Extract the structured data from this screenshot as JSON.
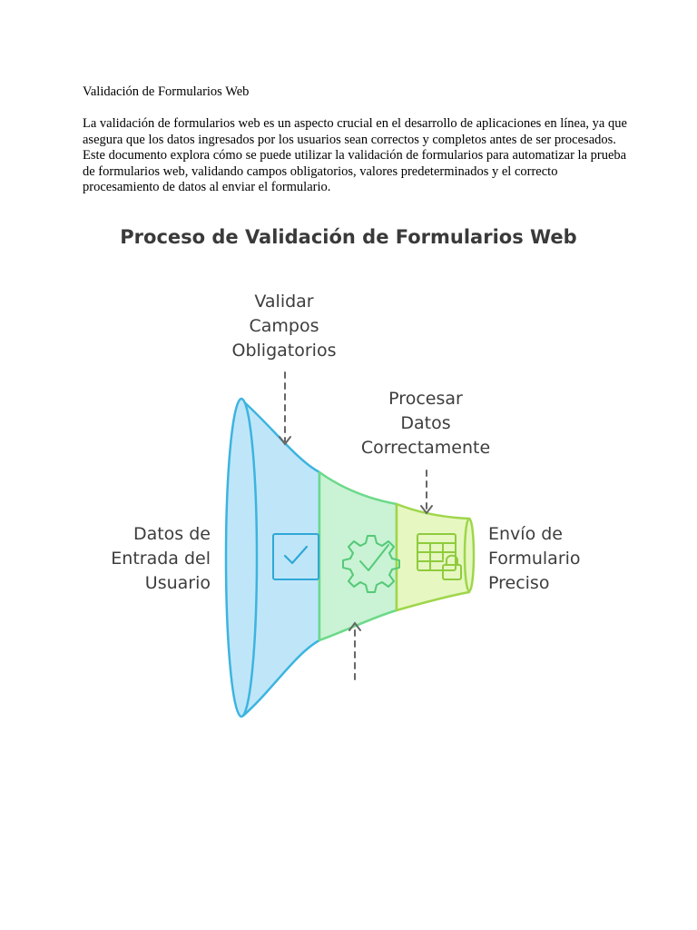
{
  "document": {
    "title": "Validación de Formularios Web",
    "paragraph": "La validación de formularios web es un aspecto crucial en el desarrollo de aplicaciones en línea, ya que asegura que los datos ingresados por los usuarios sean correctos y completos antes de ser procesados. Este documento explora cómo se puede utilizar la validación de formularios para automatizar la prueba de formularios web, validando campos obligatorios, valores predeterminados y el correcto procesamiento de datos al enviar el formulario."
  },
  "diagram": {
    "title": "Proceso de Validación de Formularios Web",
    "stages": {
      "input": [
        "Datos de",
        "Entrada del",
        "Usuario"
      ],
      "validate": [
        "Validar",
        "Campos",
        "Obligatorios"
      ],
      "process": [
        "Procesar",
        "Datos",
        "Correctamente"
      ],
      "output": [
        "Envío de",
        "Formulario",
        "Preciso"
      ]
    },
    "colors": {
      "blue_fill": "#bfe6f8",
      "blue_stroke": "#3cb4e0",
      "green_fill": "#c9f3d4",
      "green_stroke": "#6cd98a",
      "lime_fill": "#e6f7c2",
      "lime_stroke": "#9fd64a",
      "arrow": "#666666"
    },
    "icons": [
      "checkbox-icon",
      "gear-check-icon",
      "table-lock-icon"
    ]
  }
}
